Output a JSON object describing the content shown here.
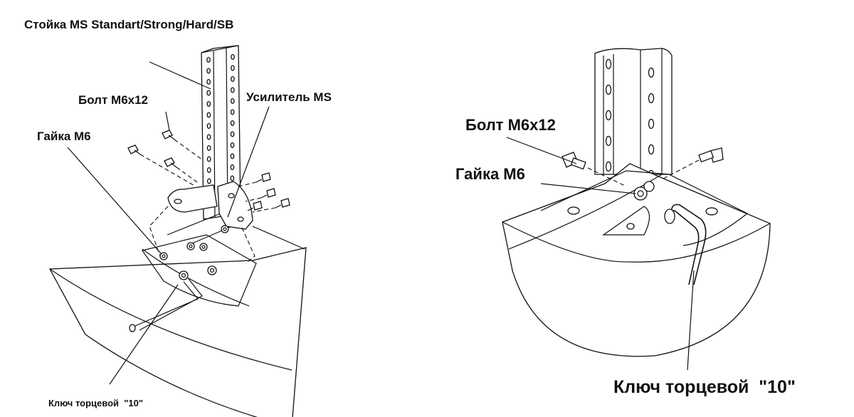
{
  "left_figure": {
    "title": "Стойка MS Standart/Strong/Hard/SB",
    "labels": {
      "bolt": "Болт М6х12",
      "reinforcement": "Усилитель MS",
      "nut": "Гайка М6",
      "socket_wrench": "Ключ торцевой  \"10\""
    }
  },
  "right_figure": {
    "labels": {
      "bolt": "Болт М6х12",
      "nut": "Гайка М6",
      "socket_wrench": "Ключ торцевой  \"10\""
    }
  },
  "colors": {
    "ink": "#111111",
    "background": "#ffffff"
  }
}
